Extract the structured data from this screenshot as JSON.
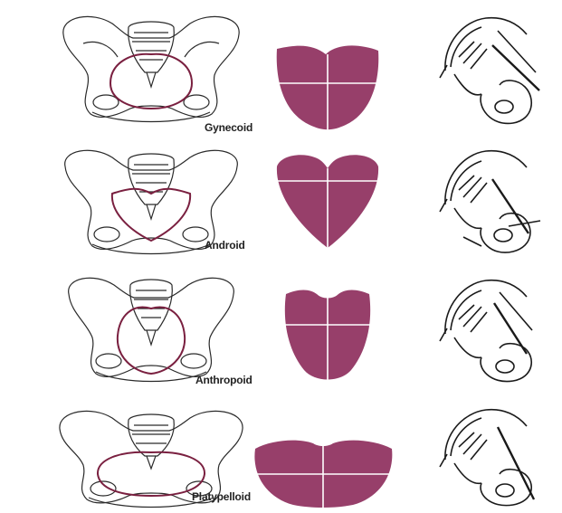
{
  "rows": [
    {
      "id": "gynecoid",
      "label": "Gynecoid"
    },
    {
      "id": "android",
      "label": "Android"
    },
    {
      "id": "anthropoid",
      "label": "Anthropoid"
    },
    {
      "id": "platypelloid",
      "label": "Platypelloid"
    }
  ],
  "colors": {
    "inlet_fill": "#973f6a",
    "inlet_line": "#ffffff",
    "pelvis_outline": "#2a2a2a",
    "brim_line": "#7a2040"
  }
}
